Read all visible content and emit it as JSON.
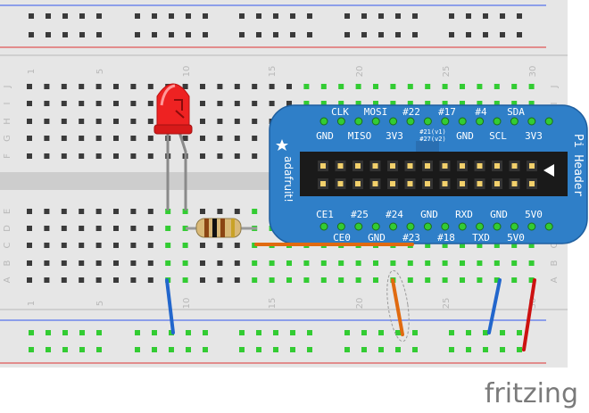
{
  "columns": [
    "1",
    "5",
    "10",
    "15",
    "20",
    "25",
    "30"
  ],
  "rows_top": [
    "J",
    "I",
    "H",
    "G",
    "F"
  ],
  "rows_bottom": [
    "E",
    "D",
    "C",
    "B",
    "A"
  ],
  "header": {
    "brand": "adafruit!",
    "title": "Pi Header",
    "top_row1": [
      "CLK",
      "MOSI",
      "#22",
      "#17",
      "#4",
      "SDA"
    ],
    "top_row2": [
      "GND",
      "MISO",
      "3V3",
      "GND",
      "SCL",
      "3V3"
    ],
    "revision_a": "#21(v1)",
    "revision_b": "#27(v2)",
    "bottom_row1": [
      "CE1",
      "#25",
      "#24",
      "GND",
      "RXD",
      "GND",
      "5V0"
    ],
    "bottom_row2": [
      "CE0",
      "GND",
      "#23",
      "#18",
      "TXD",
      "5V0"
    ]
  },
  "brand_logo": "fritzing",
  "colors": {
    "board": "#e6e6e6",
    "rail_blue": "#3355ee",
    "rail_red": "#dd3333",
    "hole": "#3a3a3a",
    "hole_active": "#33cc33",
    "header_pcb": "#2f7fc8",
    "wire_orange": "#e06a10",
    "wire_blue": "#2266cc",
    "wire_red": "#cc1111",
    "led": "#ee2222"
  }
}
